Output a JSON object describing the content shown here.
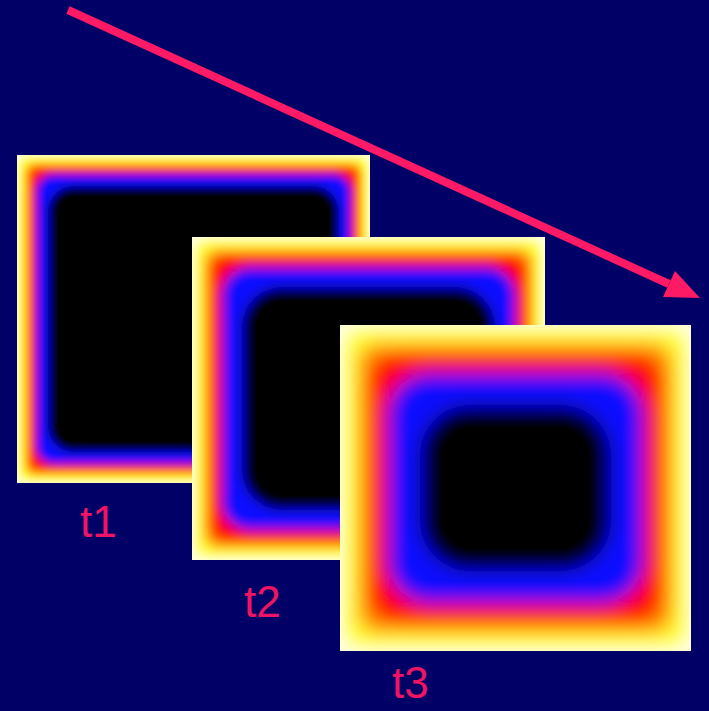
{
  "diagram": {
    "labels": [
      "t1",
      "t2",
      "t3"
    ]
  }
}
